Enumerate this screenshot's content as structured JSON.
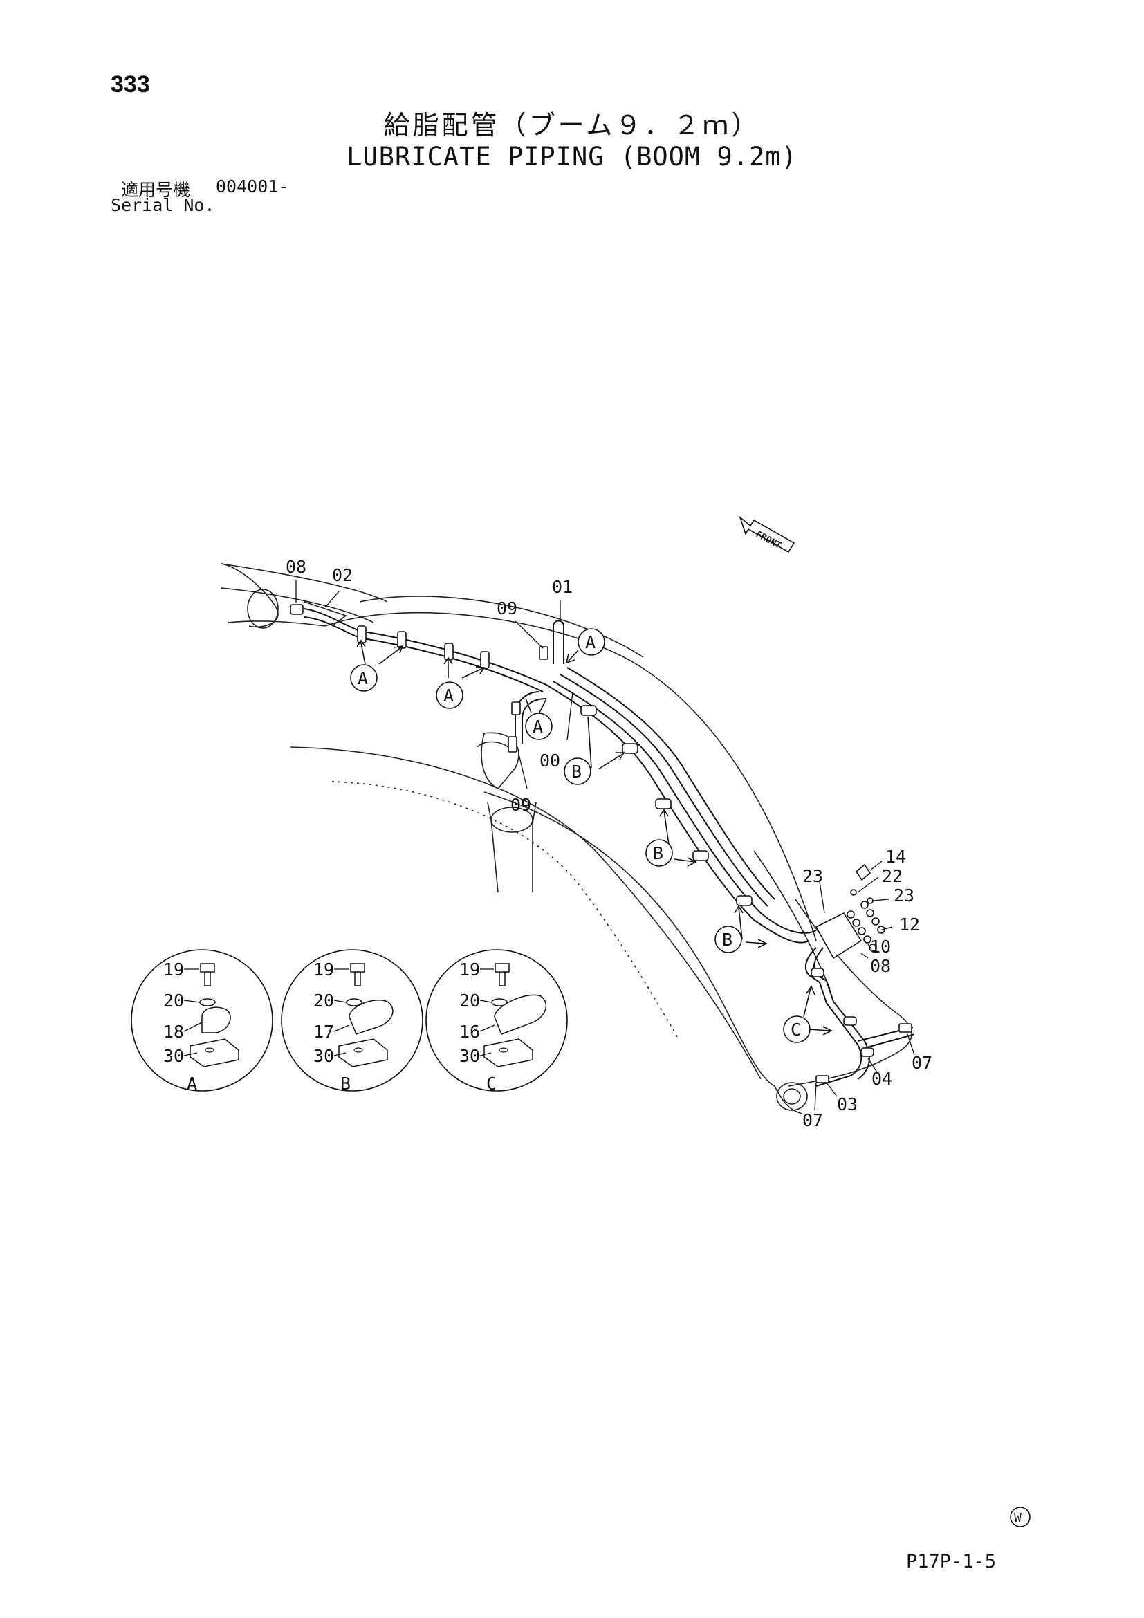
{
  "page_number": "333",
  "title_ja": "給脂配管（ブーム９．２ｍ）",
  "title_en": "LUBRICATE PIPING (BOOM 9.2m)",
  "serial": {
    "label_ja": "適用号機",
    "label_en": "Serial No.",
    "number": "004001-"
  },
  "front_label": "FRONT",
  "part_labels": {
    "p08a": "08",
    "p02": "02",
    "p01": "01",
    "p09a": "09",
    "p09b": "09",
    "p00": "00",
    "p14": "14",
    "p22": "22",
    "p23a": "23",
    "p23b": "23",
    "p12": "12",
    "p10": "10",
    "p08b": "08",
    "p07a": "07",
    "p07b": "07",
    "p04": "04",
    "p03": "03"
  },
  "callouts": {
    "a": "A",
    "b": "B",
    "c": "C"
  },
  "details": [
    {
      "name": "A",
      "bolt": "19",
      "washer": "20",
      "clamp": "18",
      "plate": "30"
    },
    {
      "name": "B",
      "bolt": "19",
      "washer": "20",
      "clamp": "17",
      "plate": "30"
    },
    {
      "name": "C",
      "bolt": "19",
      "washer": "20",
      "clamp": "16",
      "plate": "30"
    }
  ],
  "watermark_mark": "W",
  "page_code": "P17P-1-5"
}
